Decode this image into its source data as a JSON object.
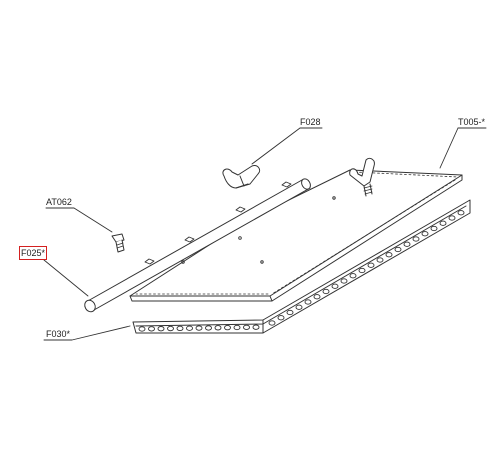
{
  "diagram": {
    "callouts": [
      {
        "id": "F028",
        "text": "F028"
      },
      {
        "id": "T005",
        "text": "T005-*"
      },
      {
        "id": "AT062",
        "text": "AT062"
      },
      {
        "id": "F025",
        "text": "F025*",
        "highlighted": true
      },
      {
        "id": "F030",
        "text": "F030*"
      }
    ],
    "colors": {
      "line": "#333333",
      "highlight": "#d42020",
      "fill": "#ffffff"
    }
  }
}
